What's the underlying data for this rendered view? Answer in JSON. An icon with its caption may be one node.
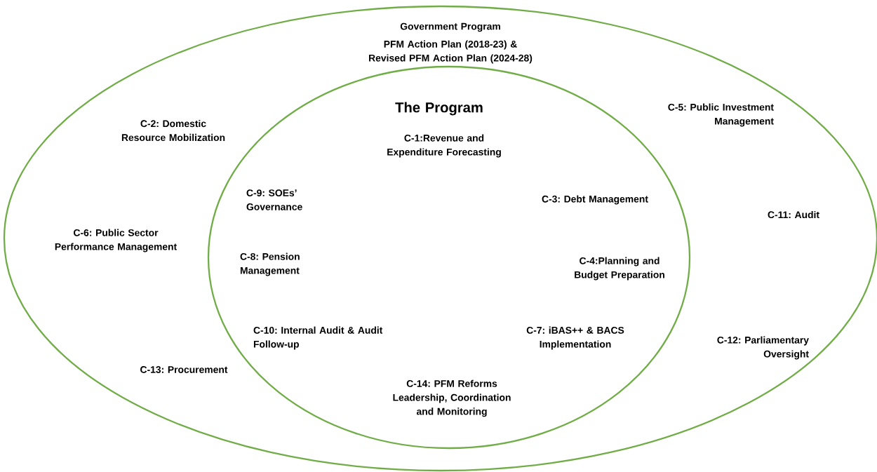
{
  "diagram": {
    "nodes": [
      {
        "text": [
          "Government Program",
          "PFM Action Plan (2018-23) & Revised PFM Action Plan (2024-28)",
          "C-2: Domestic Resource Mobilization",
          "C-5: Public Investment Management",
          "C-6: Public Sector Performance Management",
          "C-11: Audit",
          "C-12: Parliamentary Oversight",
          "C-13: Procurement"
        ]
      },
      {
        "text": [
          "The Program",
          "C-1:Revenue and Expenditure Forecasting",
          "C-9: SOEs’ Governance",
          "C-3: Debt Management",
          "C-8: Pension Management",
          "C-4:Planning and Budget Preparation",
          "C-10: Internal Audit & Audit Follow-up",
          "C-7: iBAS++ & BACS Implementation",
          "C-14: PFM Reforms Leadership, Coordination and Monitoring"
        ],
        "in": 0
      }
    ]
  }
}
